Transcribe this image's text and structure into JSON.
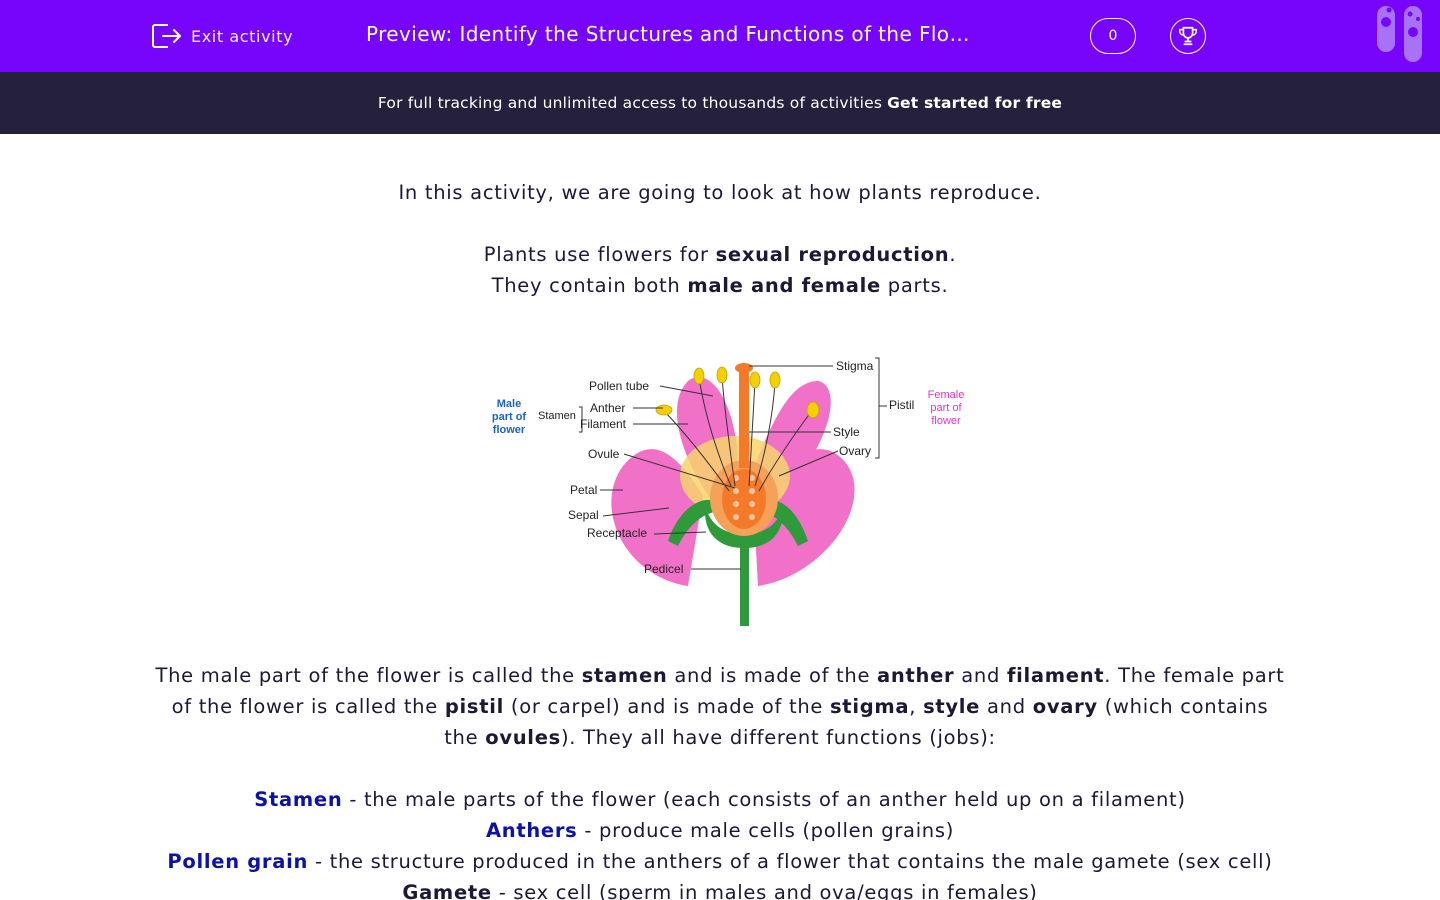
{
  "header": {
    "exit_label": "Exit activity",
    "title": "Preview: Identify the Structures and Functions of the Flower",
    "count": "0"
  },
  "banner": {
    "text": "For full tracking and unlimited access to thousands of activities",
    "link": "Get started for free"
  },
  "intro": {
    "line1": "In this activity, we are going to look at how plants reproduce.",
    "line2_a": "Plants use flowers for ",
    "line2_b": "sexual reproduction",
    "line2_c": ".",
    "line3_a": "They contain both ",
    "line3_b": "male and female",
    "line3_c": " parts."
  },
  "diagram": {
    "male_label": [
      "Male",
      "part of",
      "flower"
    ],
    "female_label": [
      "Female",
      "part of",
      "flower"
    ],
    "labels": {
      "stigma": "Stigma",
      "pollen_tube": "Pollen tube",
      "anther": "Anther",
      "stamen": "Stamen",
      "filament": "Filament",
      "pistil": "Pistil",
      "style": "Style",
      "ovary": "Ovary",
      "ovule": "Ovule",
      "petal": "Petal",
      "sepal": "Sepal",
      "receptacle": "Receptacle",
      "pedicel": "Pedicel"
    },
    "colors": {
      "male": "#1a63c8",
      "female": "#ee2dd0",
      "petal": "#f271c8",
      "sepal": "#2f9a3a",
      "ovary": "#f47a2a"
    }
  },
  "explanation": {
    "p1": "The male part of the flower is called the ",
    "stamen": "stamen",
    "p2": " and is made of the ",
    "anther": "anther",
    "p3": " and ",
    "filament": "filament",
    "p4": ". The female part",
    "p5": "of the flower is called the ",
    "pistil": "pistil",
    "p6": " (or carpel) and is made of the ",
    "stigma": "stigma",
    "p7": ", ",
    "style": "style",
    "p8": " and ",
    "ovary": "ovary",
    "p9": " (which contains",
    "p10": "the ",
    "ovules": "ovules",
    "p11": "). They all have different functions (jobs):"
  },
  "definitions": [
    {
      "term": "Stamen",
      "text": " - the male parts of the flower (each consists of an anther held up on a filament)"
    },
    {
      "term": "Anthers",
      "text": " - produce male cells (pollen grains)"
    },
    {
      "term": "Pollen grain",
      "text": " - the structure produced in the anthers of a flower that contains the male gamete (sex cell)"
    },
    {
      "term": "Gamete",
      "text": " - sex cell (sperm in males and ova/eggs in females)"
    }
  ]
}
